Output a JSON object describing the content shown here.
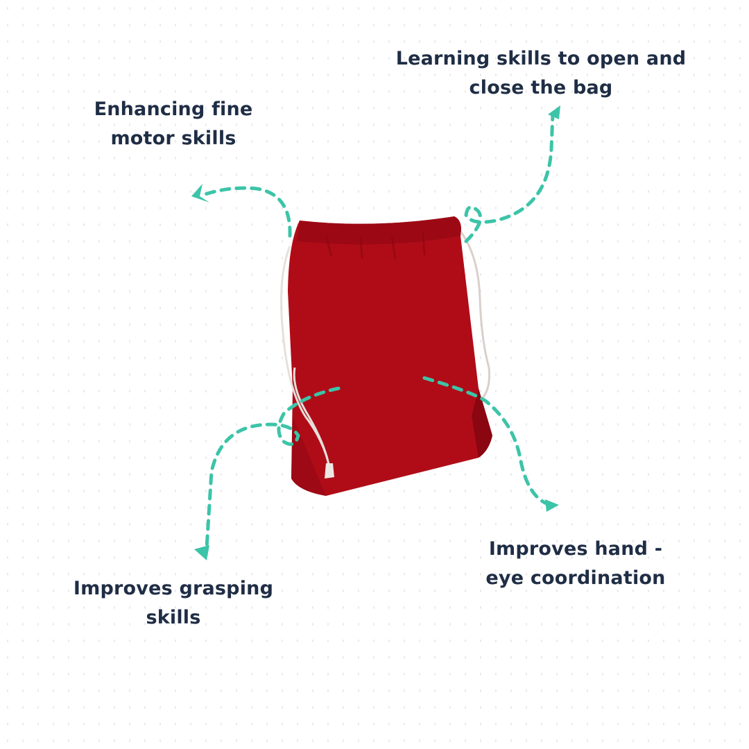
{
  "colors": {
    "text": "#1f2d45",
    "arrow": "#3cc4a8",
    "bag": "#b00c18",
    "bag_shadow": "#8a0610",
    "cord": "#e6e0dc",
    "background": "#ffffff",
    "dots": "#e4e6ea"
  },
  "labels": {
    "top_right": {
      "line1": "Learning skills to open and",
      "line2": "close the bag"
    },
    "top_left": {
      "line1": "Enhancing fine",
      "line2": "motor skills"
    },
    "bottom_right": {
      "line1": "Improves hand -",
      "line2": "eye coordination"
    },
    "bottom_left": {
      "line1": "Improves grasping",
      "line2": "skills"
    }
  },
  "product": {
    "name": "red-drawstring-bag"
  },
  "arrows": [
    "arrow-to-open-close",
    "arrow-to-fine-motor",
    "arrow-to-hand-eye",
    "arrow-to-grasping"
  ]
}
